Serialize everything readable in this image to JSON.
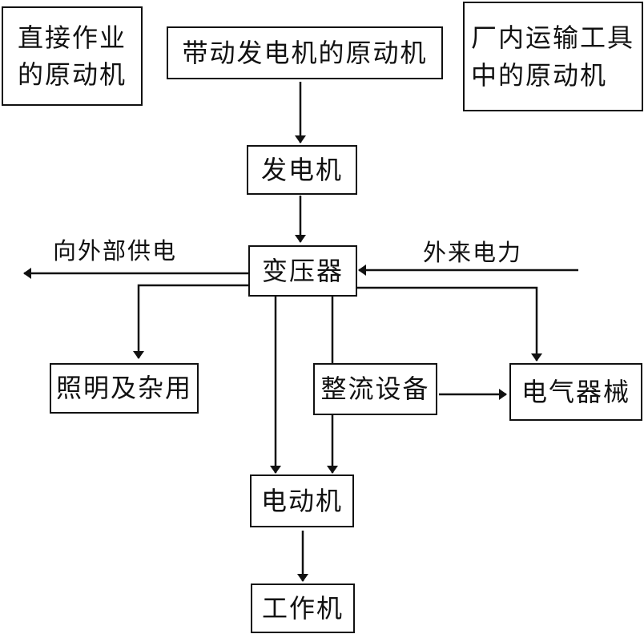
{
  "diagram": {
    "boxes": {
      "direct_prime_mover": {
        "lines": [
          "直接作业",
          "的原动机"
        ]
      },
      "generator_prime_mover": {
        "text": "带动发电机的原动机"
      },
      "transport_prime_mover": {
        "lines": [
          "厂内运输工具",
          "中的原动机"
        ]
      },
      "generator": {
        "text": "发电机"
      },
      "transformer": {
        "text": "变压器"
      },
      "lighting": {
        "text": "照明及杂用"
      },
      "rectifier": {
        "text": "整流设备"
      },
      "electrical_equipment": {
        "text": "电气器械"
      },
      "motor": {
        "text": "电动机"
      },
      "working_machine": {
        "text": "工作机"
      }
    },
    "labels": {
      "external_supply": "向外部供电",
      "incoming_power": "外来电力"
    },
    "edges": [
      {
        "from": "带动发电机的原动机",
        "to": "发电机"
      },
      {
        "from": "发电机",
        "to": "变压器"
      },
      {
        "from": "外来电力",
        "to": "变压器"
      },
      {
        "from": "变压器",
        "to": "向外部供电"
      },
      {
        "from": "变压器",
        "to": "照明及杂用"
      },
      {
        "from": "变压器",
        "to": "电气器械"
      },
      {
        "from": "变压器",
        "to": "电动机"
      },
      {
        "from": "变压器",
        "to": "整流设备"
      },
      {
        "from": "整流设备",
        "to": "电气器械"
      },
      {
        "from": "整流设备",
        "to": "电动机"
      },
      {
        "from": "电动机",
        "to": "工作机"
      }
    ]
  }
}
